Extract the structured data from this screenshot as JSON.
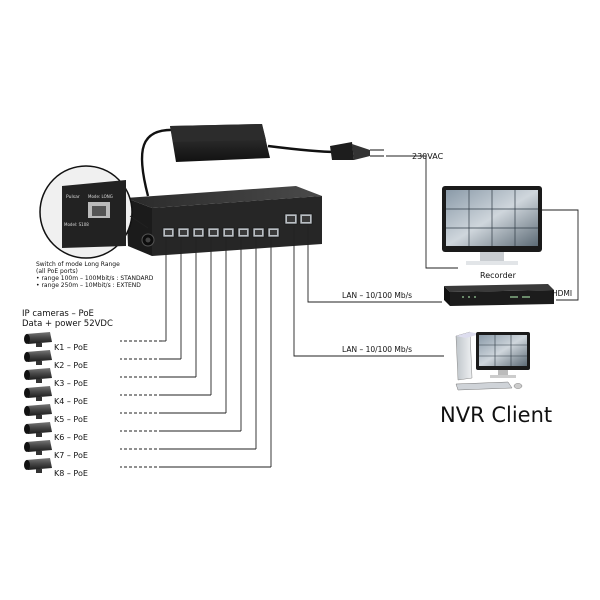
{
  "power": {
    "voltage_label": "230VAC"
  },
  "inset": {
    "brand": "Pulsar",
    "model": "Model: S108",
    "mode_text": "Mode: LONG"
  },
  "mode_note": {
    "line1": "Switch of mode Long Range",
    "line2": "(all PoE ports)",
    "line3": "• range 100m – 100Mbit/s : STANDARD",
    "line4": "• range 250m – 10Mbit/s : EXTEND"
  },
  "cameras": {
    "title_line1": "IP cameras – PoE",
    "title_line2": "Data + power 52VDC",
    "labels": [
      "K1 – PoE",
      "K2 – PoE",
      "K3 – PoE",
      "K4 – PoE",
      "K5 – PoE",
      "K6 – PoE",
      "K7 – PoE",
      "K8 – PoE"
    ]
  },
  "recorder": {
    "label": "Recorder",
    "hdmi_label": "HDMI",
    "lan_label": "LAN – 10/100 Mb/s"
  },
  "client": {
    "lan_label": "LAN – 10/100 Mb/s",
    "title": "NVR Client"
  }
}
